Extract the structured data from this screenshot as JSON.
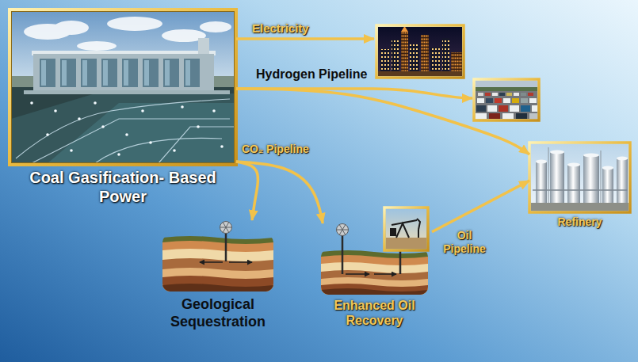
{
  "diagram": {
    "nodes": [
      {
        "text": [
          "Coal Gasification- Based Power"
        ]
      },
      {
        "text": [
          "Refinery"
        ]
      },
      {
        "text": [
          "Geological Sequestration"
        ]
      },
      {
        "text": [
          "Enhanced Oil Recovery"
        ]
      }
    ],
    "edges": [
      {
        "from": 0,
        "to": 1,
        "arrow": "to"
      },
      {
        "from": 0,
        "to": 2,
        "arrow": "to"
      },
      {
        "from": 0,
        "to": 3,
        "arrow": "to"
      },
      {
        "from": 3,
        "to": 1,
        "arrow": "to",
        "label": "Oil Pipeline"
      }
    ],
    "labels": [
      "Electricity",
      "Hydrogen Pipeline",
      "CO₂ Pipeline"
    ]
  }
}
